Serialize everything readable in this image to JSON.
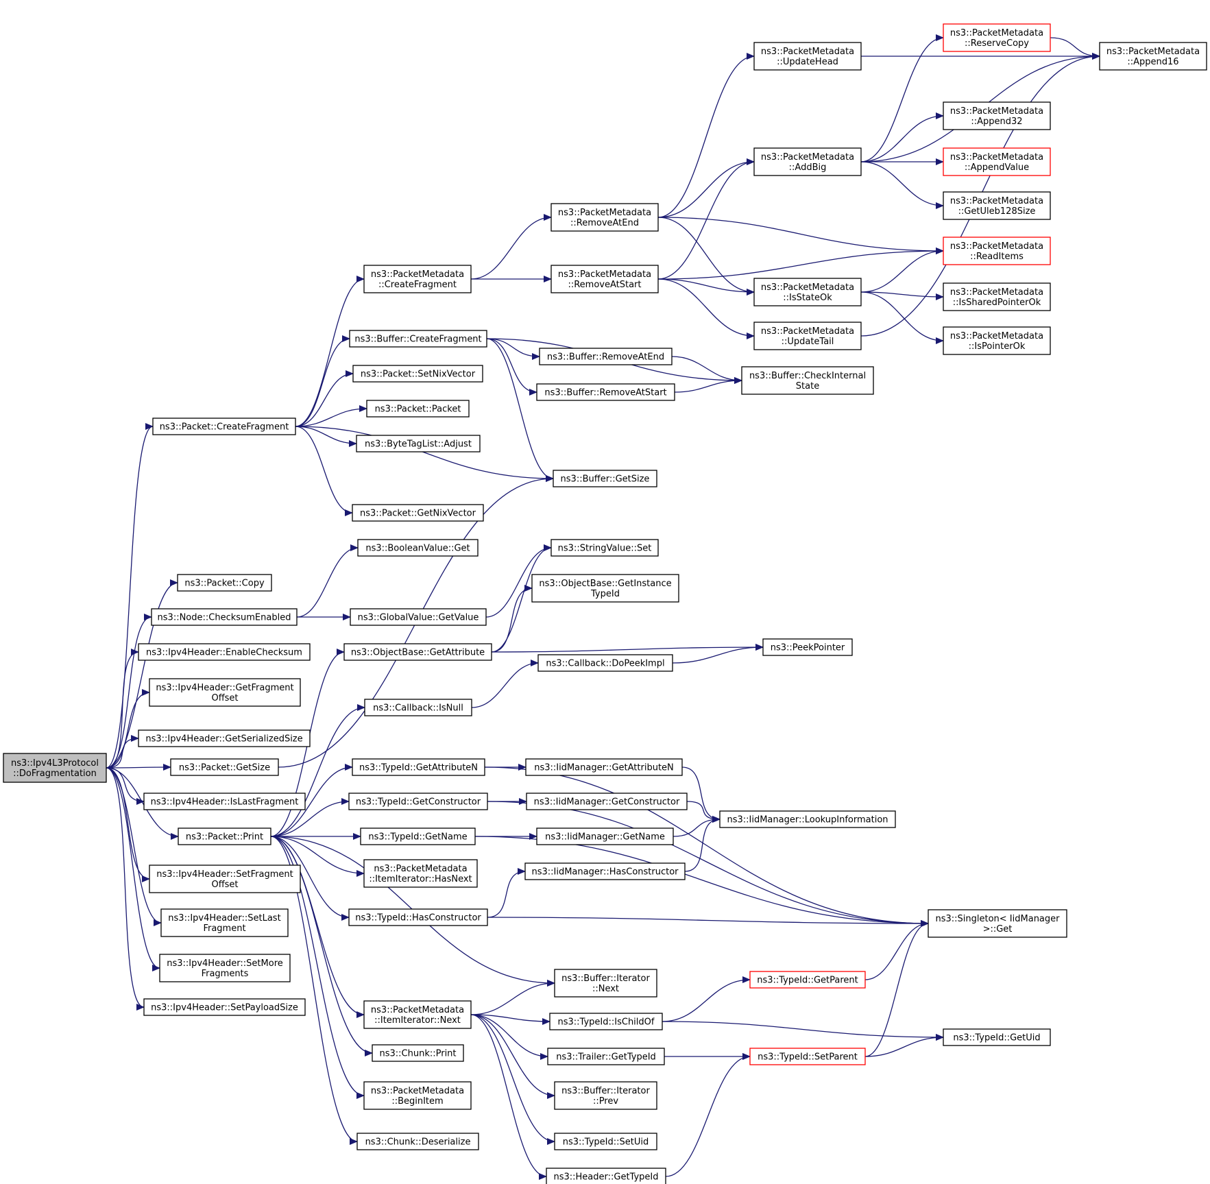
{
  "colors": {
    "edge": "#191970",
    "node_border": "#000000",
    "truncated_border": "#ff0000",
    "root_fill": "#bfbfbf"
  },
  "nodes": {
    "root": [
      "ns3::Ipv4L3Protocol",
      "::DoFragmentation"
    ],
    "pcf": [
      "ns3::Packet::CreateFragment"
    ],
    "pcopy": [
      "ns3::Packet::Copy"
    ],
    "ncs": [
      "ns3::Node::ChecksumEnabled"
    ],
    "ienc": [
      "ns3::Ipv4Header::EnableChecksum"
    ],
    "igfo": [
      "ns3::Ipv4Header::GetFragment",
      "Offset"
    ],
    "igss": [
      "ns3::Ipv4Header::GetSerializedSize"
    ],
    "pgs": [
      "ns3::Packet::GetSize"
    ],
    "ilf": [
      "ns3::Ipv4Header::IsLastFragment"
    ],
    "pprint": [
      "ns3::Packet::Print"
    ],
    "isfo": [
      "ns3::Ipv4Header::SetFragment",
      "Offset"
    ],
    "islf": [
      "ns3::Ipv4Header::SetLast",
      "Fragment"
    ],
    "ismf": [
      "ns3::Ipv4Header::SetMore",
      "Fragments"
    ],
    "isps": [
      "ns3::Ipv4Header::SetPayloadSize"
    ],
    "pmcf": [
      "ns3::PacketMetadata",
      "::CreateFragment"
    ],
    "bcf": [
      "ns3::Buffer::CreateFragment"
    ],
    "psnv": [
      "ns3::Packet::SetNixVector"
    ],
    "ppkt": [
      "ns3::Packet::Packet"
    ],
    "btla": [
      "ns3::ByteTagList::Adjust"
    ],
    "pgnv": [
      "ns3::Packet::GetNixVector"
    ],
    "bvg": [
      "ns3::BooleanValue::Get"
    ],
    "gvgv": [
      "ns3::GlobalValue::GetValue"
    ],
    "obga": [
      "ns3::ObjectBase::GetAttribute"
    ],
    "cbin": [
      "ns3::Callback::IsNull"
    ],
    "tgan": [
      "ns3::TypeId::GetAttributeN"
    ],
    "tgc": [
      "ns3::TypeId::GetConstructor"
    ],
    "tgn": [
      "ns3::TypeId::GetName"
    ],
    "pmihn": [
      "ns3::PacketMetadata",
      "::ItemIterator::HasNext"
    ],
    "thc": [
      "ns3::TypeId::HasConstructor"
    ],
    "pmiin": [
      "ns3::PacketMetadata",
      "::ItemIterator::Next"
    ],
    "cprint": [
      "ns3::Chunk::Print"
    ],
    "pmbi": [
      "ns3::PacketMetadata",
      "::BeginItem"
    ],
    "cdes": [
      "ns3::Chunk::Deserialize"
    ],
    "pmrae": [
      "ns3::PacketMetadata",
      "::RemoveAtEnd"
    ],
    "pmras": [
      "ns3::PacketMetadata",
      "::RemoveAtStart"
    ],
    "brae": [
      "ns3::Buffer::RemoveAtEnd"
    ],
    "bras": [
      "ns3::Buffer::RemoveAtStart"
    ],
    "bgs": [
      "ns3::Buffer::GetSize"
    ],
    "svs": [
      "ns3::StringValue::Set"
    ],
    "obgit": [
      "ns3::ObjectBase::GetInstance",
      "TypeId"
    ],
    "cbdpi": [
      "ns3::Callback::DoPeekImpl"
    ],
    "imgan": [
      "ns3::IidManager::GetAttributeN"
    ],
    "imgc": [
      "ns3::IidManager::GetConstructor"
    ],
    "imgn": [
      "ns3::IidManager::GetName"
    ],
    "imhc": [
      "ns3::IidManager::HasConstructor"
    ],
    "bin": [
      "ns3::Buffer::Iterator",
      "::Next"
    ],
    "tico": [
      "ns3::TypeId::IsChildOf"
    ],
    "trgt": [
      "ns3::Trailer::GetTypeId"
    ],
    "bip": [
      "ns3::Buffer::Iterator",
      "::Prev"
    ],
    "tsu": [
      "ns3::TypeId::SetUid"
    ],
    "hgt": [
      "ns3::Header::GetTypeId"
    ],
    "pmuh": [
      "ns3::PacketMetadata",
      "::UpdateHead"
    ],
    "pmab": [
      "ns3::PacketMetadata",
      "::AddBig"
    ],
    "pmiso": [
      "ns3::PacketMetadata",
      "::IsStateOk"
    ],
    "pmut": [
      "ns3::PacketMetadata",
      "::UpdateTail"
    ],
    "bcis": [
      "ns3::Buffer::CheckInternal",
      "State"
    ],
    "pp": [
      "ns3::PeekPointer"
    ],
    "imli": [
      "ns3::IidManager::LookupInformation"
    ],
    "tgp": [
      "ns3::TypeId::GetParent"
    ],
    "tsp": [
      "ns3::TypeId::SetParent"
    ],
    "pmrc": [
      "ns3::PacketMetadata",
      "::ReserveCopy"
    ],
    "pma32": [
      "ns3::PacketMetadata",
      "::Append32"
    ],
    "pmav": [
      "ns3::PacketMetadata",
      "::AppendValue"
    ],
    "pmgu": [
      "ns3::PacketMetadata",
      "::GetUleb128Size"
    ],
    "pmri": [
      "ns3::PacketMetadata",
      "::ReadItems"
    ],
    "pmispo": [
      "ns3::PacketMetadata",
      "::IsSharedPointerOk"
    ],
    "pmipo": [
      "ns3::PacketMetadata",
      "::IsPointerOk"
    ],
    "pma16": [
      "ns3::PacketMetadata",
      "::Append16"
    ],
    "sim": [
      "ns3::Singleton< IidManager",
      ">::Get"
    ],
    "tgu": [
      "ns3::TypeId::GetUid"
    ]
  }
}
